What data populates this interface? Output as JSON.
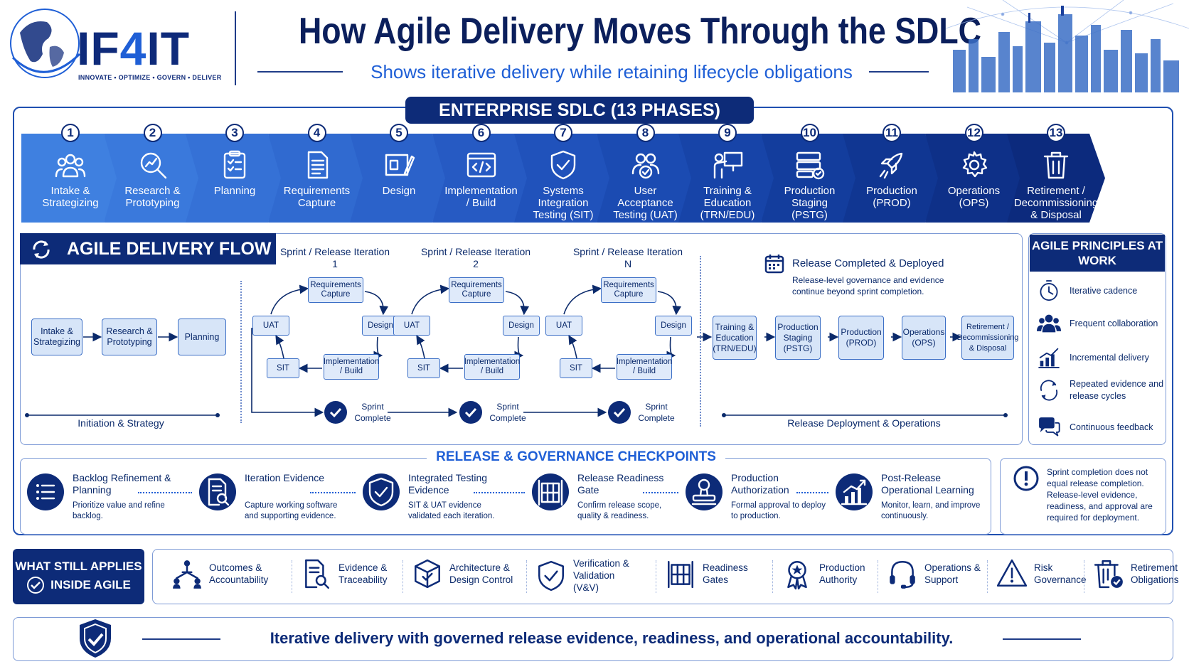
{
  "header": {
    "logo_text_a": "IF",
    "logo_text_b": "4",
    "logo_text_c": "IT",
    "logo_tagline": "INNOVATE • OPTIMIZE • GOVERN • DELIVER",
    "title": "How Agile Delivery Moves Through the SDLC",
    "subtitle": "Shows iterative delivery while retaining lifecycle obligations"
  },
  "sdlc": {
    "banner": "ENTERPRISE SDLC (13 PHASES)",
    "phases": [
      {
        "num": "1",
        "label": "Intake & Strategizing",
        "icon": "people-group-icon"
      },
      {
        "num": "2",
        "label": "Research & Prototyping",
        "icon": "magnifier-chart-icon"
      },
      {
        "num": "3",
        "label": "Planning",
        "icon": "clipboard-checklist-icon"
      },
      {
        "num": "4",
        "label": "Requirements Capture",
        "icon": "document-lines-icon"
      },
      {
        "num": "5",
        "label": "Design",
        "icon": "blueprint-pencil-icon"
      },
      {
        "num": "6",
        "label": "Implementation / Build",
        "icon": "code-window-icon"
      },
      {
        "num": "7",
        "label": "Systems Integration Testing (SIT)",
        "icon": "shield-check-icon"
      },
      {
        "num": "8",
        "label": "User Acceptance Testing (UAT)",
        "icon": "users-check-icon"
      },
      {
        "num": "9",
        "label": "Training & Education (TRN/EDU)",
        "icon": "presenter-board-icon"
      },
      {
        "num": "10",
        "label": "Production Staging (PSTG)",
        "icon": "server-check-icon"
      },
      {
        "num": "11",
        "label": "Production (PROD)",
        "icon": "rocket-icon"
      },
      {
        "num": "12",
        "label": "Operations (OPS)",
        "icon": "gear-icon"
      },
      {
        "num": "13",
        "label": "Retirement / Decommissioning & Disposal",
        "icon": "trash-icon"
      }
    ]
  },
  "agile_flow": {
    "title": "AGILE DELIVERY FLOW",
    "initiation": {
      "boxes": [
        "Intake & Strategizing",
        "Research & Prototyping",
        "Planning"
      ],
      "label": "Initiation & Strategy"
    },
    "iterations": [
      {
        "title": "Sprint / Release Iteration 1"
      },
      {
        "title": "Sprint / Release Iteration 2"
      },
      {
        "title": "Sprint / Release Iteration N"
      }
    ],
    "cycle_steps": {
      "req": "Requirements Capture",
      "design": "Design",
      "impl": "Implementation / Build",
      "sit": "SIT",
      "uat": "UAT"
    },
    "sprint_complete": "Sprint Complete",
    "release_completed": {
      "title": "Release Completed & Deployed",
      "desc": "Release-level governance and evidence continue beyond sprint completion."
    },
    "release_boxes": [
      "Training & Education (TRN/EDU)",
      "Production Staging (PSTG)",
      "Production (PROD)",
      "Operations (OPS)",
      "Retirement / Decommissioning & Disposal"
    ],
    "release_label": "Release Deployment & Operations"
  },
  "principles": {
    "title": "AGILE PRINCIPLES AT WORK",
    "items": [
      {
        "label": "Iterative cadence",
        "icon": "stopwatch-icon"
      },
      {
        "label": "Frequent collaboration",
        "icon": "team-icon"
      },
      {
        "label": "Incremental delivery",
        "icon": "bar-growth-icon"
      },
      {
        "label": "Repeated evidence and release cycles",
        "icon": "cycle-arrows-icon"
      },
      {
        "label": "Continuous feedback",
        "icon": "chat-bubbles-icon"
      }
    ]
  },
  "governance": {
    "title": "RELEASE & GOVERNANCE CHECKPOINTS",
    "items": [
      {
        "title": "Backlog Refinement & Planning",
        "desc": "Prioritize value and refine backlog.",
        "icon": "list-icon"
      },
      {
        "title": "Iteration Evidence",
        "desc": "Capture working software and supporting evidence.",
        "icon": "document-search-icon"
      },
      {
        "title": "Integrated Testing Evidence",
        "desc": "SIT & UAT evidence validated each iteration.",
        "icon": "shield-check-icon"
      },
      {
        "title": "Release Readiness Gate",
        "desc": "Confirm release scope, quality & readiness.",
        "icon": "gate-icon"
      },
      {
        "title": "Production Authorization",
        "desc": "Formal approval to deploy to production.",
        "icon": "stamp-icon"
      },
      {
        "title": "Post-Release Operational Learning",
        "desc": "Monitor, learn, and improve continuously.",
        "icon": "chart-up-icon"
      }
    ],
    "note": "Sprint completion does not equal release completion. Release-level evidence, readiness, and approval are required for deployment."
  },
  "still_applies": {
    "title_a": "WHAT STILL APPLIES",
    "title_b": "INSIDE AGILE",
    "items": [
      {
        "label": "Outcomes & Accountability",
        "icon": "network-people-icon"
      },
      {
        "label": "Evidence & Traceability",
        "icon": "document-magnifier-icon"
      },
      {
        "label": "Architecture & Design Control",
        "icon": "cube-icon"
      },
      {
        "label": "Verification & Validation (V&V)",
        "icon": "shield-check-icon"
      },
      {
        "label": "Readiness Gates",
        "icon": "gate-icon"
      },
      {
        "label": "Production Authority",
        "icon": "badge-icon"
      },
      {
        "label": "Operations & Support",
        "icon": "headset-icon"
      },
      {
        "label": "Risk Governance",
        "icon": "warning-icon"
      },
      {
        "label": "Retirement Obligations",
        "icon": "trash-check-icon"
      }
    ]
  },
  "footer": {
    "text": "Iterative delivery with governed release evidence, readiness, and operational accountability."
  },
  "colors": {
    "navy": "#0d2b78",
    "blue": "#1f5fd6",
    "light": "#d7e5f8"
  }
}
